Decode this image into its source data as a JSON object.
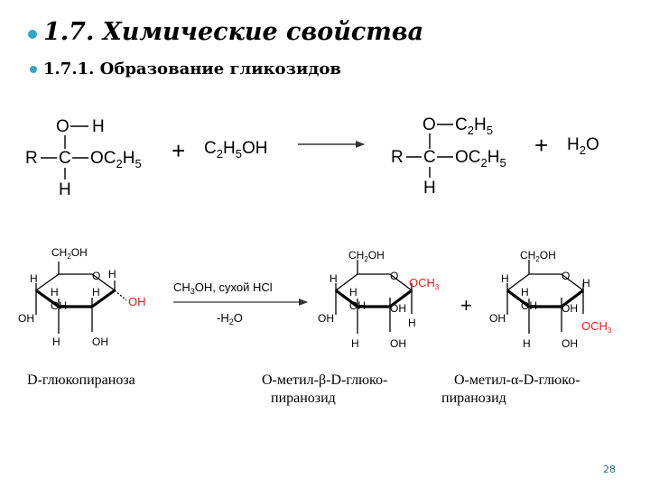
{
  "header": {
    "title": "1.7. Химические свойства",
    "subtitle": "1.7.1. Образование гликозидов",
    "bullet_color": "#35a6c2"
  },
  "reaction1": {
    "reactant": {
      "r": "R",
      "c": "C",
      "o": "O",
      "h_top": "H",
      "h_bottom": "H",
      "oc": "OC",
      "sub2": "2",
      "h5": "H",
      "sub5": "5"
    },
    "plus1": "+",
    "reagent": {
      "c": "C",
      "sub2": "2",
      "h": "H",
      "sub5": "5",
      "oh": "OH"
    },
    "product": {
      "r": "R",
      "c": "C",
      "o": "O",
      "c2": "C",
      "sub2a": "2",
      "h5a": "H",
      "sub5a": "5",
      "oc": "OC",
      "sub2b": "2",
      "h5b": "H",
      "sub5b": "5",
      "h_bottom": "H"
    },
    "plus2": "+",
    "water": {
      "h": "H",
      "sub2": "2",
      "o": "O"
    }
  },
  "reaction2": {
    "conditions_top": "CH3OH, сухой HCl",
    "conditions_bottom": "-H2O",
    "plus": "+",
    "ring_label_color": "#e0201c",
    "glucopyranose": {
      "ch2oh": "CH2OH",
      "o": "O",
      "oh": "OH",
      "h": "H"
    },
    "beta_product": {
      "ch2oh": "CH2OH",
      "o": "O",
      "och3": "OCH3",
      "oh": "OH",
      "h": "H"
    },
    "alpha_product": {
      "ch2oh": "CH2OH",
      "o": "O",
      "och3": "OCH3",
      "oh": "OH",
      "h": "H"
    }
  },
  "captions": {
    "left": "D-глюкопираноза",
    "middle_line1": "О-метил-β-D-глюко-",
    "middle_line2": "пиранозид",
    "right_line1": "О-метил-α-D-глюко-",
    "right_line2": "пиранозид"
  },
  "page_number": "28"
}
